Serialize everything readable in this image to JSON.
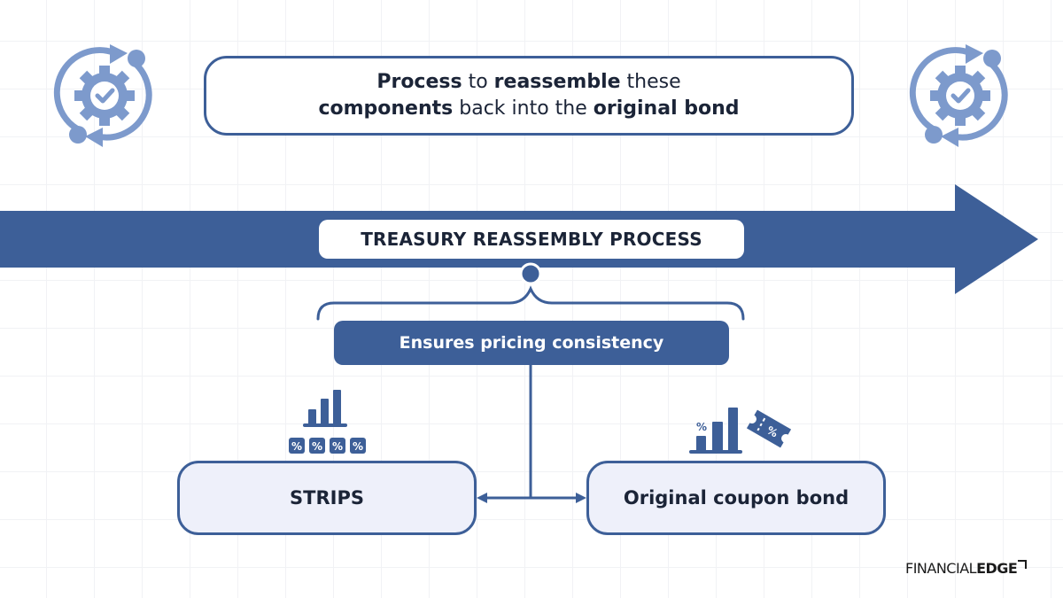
{
  "colors": {
    "primary": "#3d5f98",
    "icon_light": "#7d9acc",
    "node_fill": "#eef0fa",
    "text_dark": "#1b2437",
    "background": "#ffffff"
  },
  "headline": {
    "line1": [
      {
        "text": "Process",
        "bold": true
      },
      {
        "text": " to ",
        "bold": false
      },
      {
        "text": "reassemble",
        "bold": true
      },
      {
        "text": " these",
        "bold": false
      }
    ],
    "line2": [
      {
        "text": "components",
        "bold": true
      },
      {
        "text": " back into the ",
        "bold": false
      },
      {
        "text": "original bond",
        "bold": true
      }
    ]
  },
  "icons": {
    "left": "gear-cycle-check-icon",
    "right": "gear-cycle-check-icon",
    "strips": "bar-chart-percent-icon",
    "bond": "bar-chart-coupon-icon"
  },
  "process": {
    "title": "TREASURY REASSEMBLY PROCESS",
    "benefit": "Ensures pricing consistency"
  },
  "nodes": {
    "left": "STRIPS",
    "right": "Original coupon bond"
  },
  "strips_icon": {
    "percent_tiles": [
      "%",
      "%",
      "%",
      "%"
    ]
  },
  "bond_icon": {
    "bar_label": "%",
    "ticket_label": "%"
  },
  "logo": {
    "thin": "FINANCIAL",
    "bold": "EDGE"
  }
}
